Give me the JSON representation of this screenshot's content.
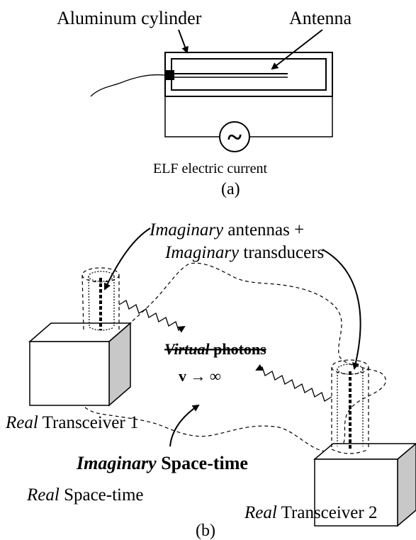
{
  "panel_a": {
    "label_cylinder": "Aluminum cylinder",
    "label_antenna": "Antenna",
    "label_current": "ELF electric current",
    "label_ac_symbol": "~",
    "caption": "(a)"
  },
  "panel_b": {
    "imaginary_antennas": {
      "emph": "Imaginary",
      "rest": " antennas +"
    },
    "imaginary_transducers": {
      "emph": "Imaginary",
      "rest": " transducers"
    },
    "virtual_photons": {
      "emph": "Virtual",
      "rest": " photons"
    },
    "velocity": "v → ∞",
    "transceiver_1": {
      "emph": "Real",
      "rest": " Transceiver 1"
    },
    "transceiver_2": {
      "emph": "Real",
      "rest": " Transceiver 2"
    },
    "imaginary_spacetime": {
      "emph": "Imaginary",
      "rest": "  Space-time"
    },
    "real_spacetime": {
      "emph": "Real",
      "rest": " Space-time"
    },
    "caption": "(b)"
  },
  "icons": [
    "ac-source-icon",
    "arrow-icon",
    "wavy-photon-icon",
    "box-icon",
    "cylinder-icon"
  ],
  "colors": {
    "line": "#000000",
    "box_side": "#c8c8c8",
    "background": "#ffffff"
  }
}
